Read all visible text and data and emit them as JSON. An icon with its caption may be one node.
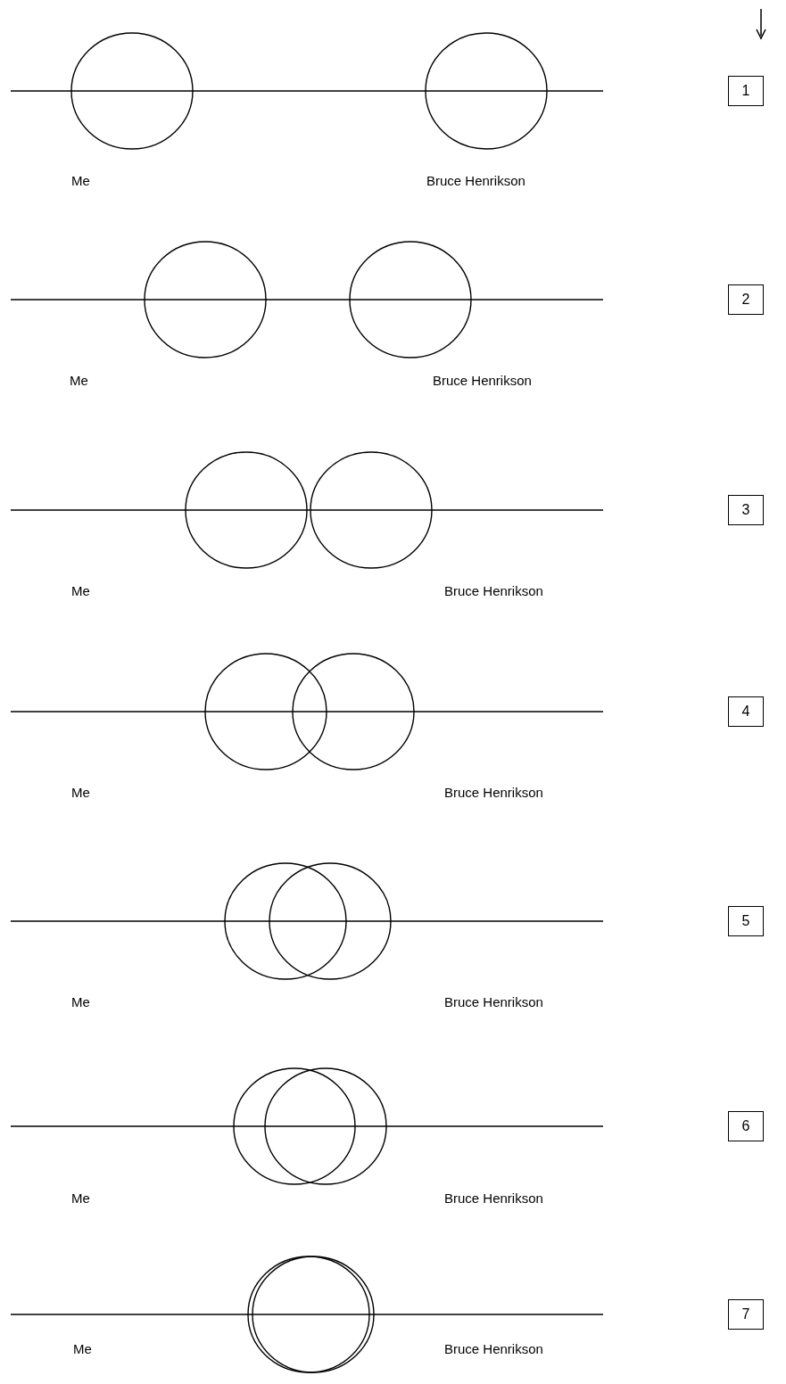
{
  "diagram": {
    "nodes": [
      {
        "text": [
          "1"
        ]
      },
      {
        "text": [
          "2"
        ]
      },
      {
        "text": [
          "3"
        ]
      },
      {
        "text": [
          "4"
        ]
      },
      {
        "text": [
          "5"
        ]
      },
      {
        "text": [
          "6"
        ]
      },
      {
        "text": [
          "7"
        ]
      }
    ],
    "labels": [
      "Me",
      "Bruce Henrikson",
      "Me",
      "Bruce Henrikson",
      "Me",
      "Bruce Henrikson",
      "Me",
      "Bruce Henrikson",
      "Me",
      "Bruce Henrikson",
      "Me",
      "Bruce Henrikson",
      "Me",
      "Bruce Henrikson"
    ]
  }
}
